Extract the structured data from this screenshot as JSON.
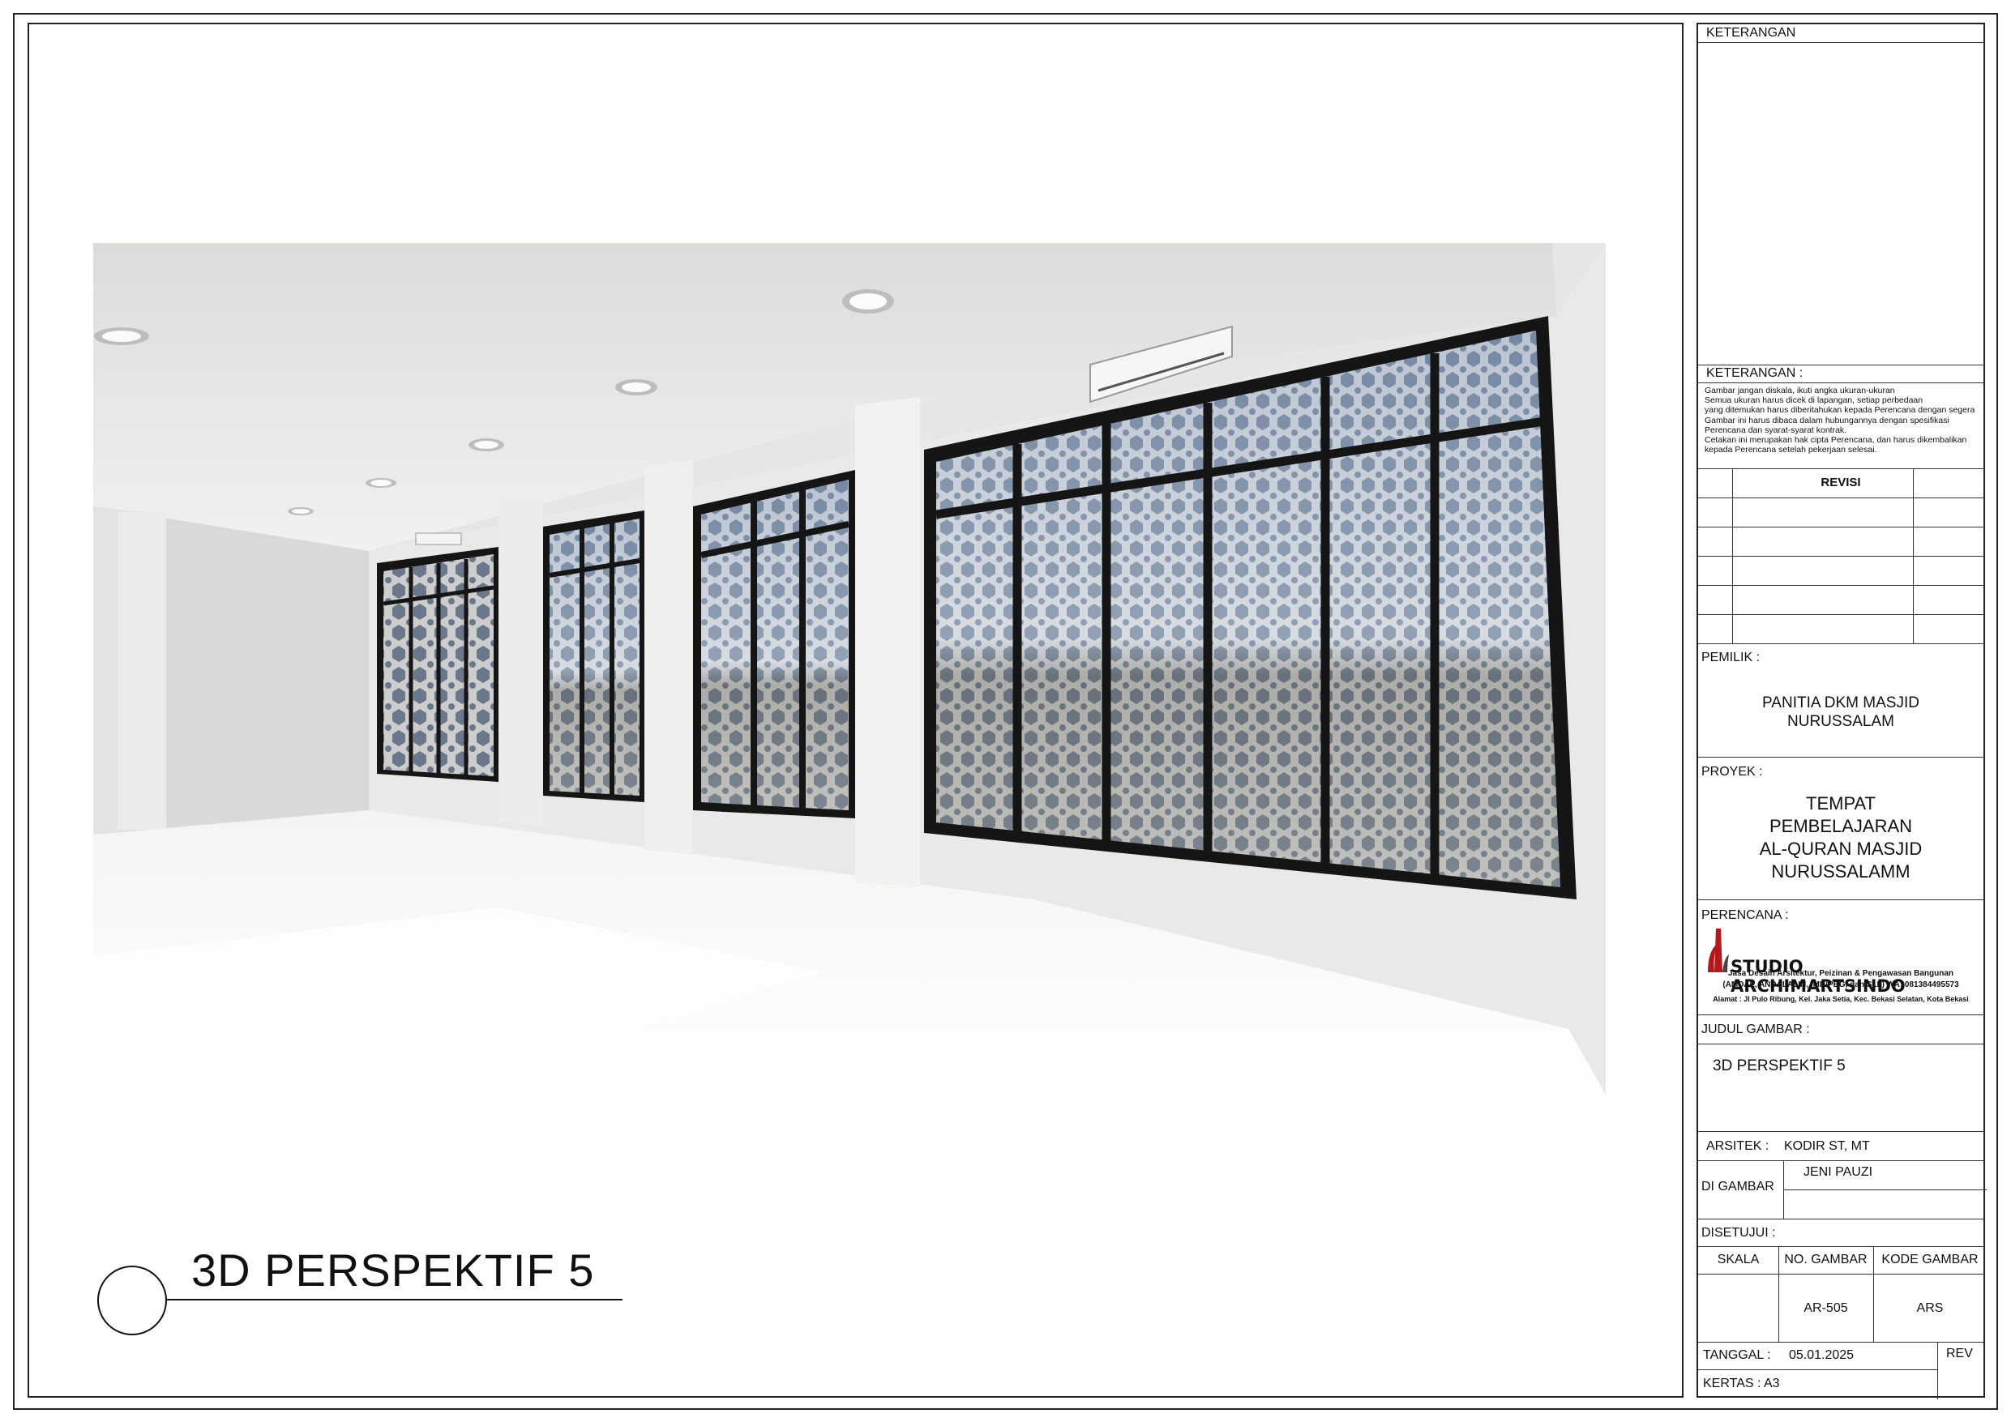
{
  "title_block": {
    "keterangan_top": "KETERANGAN",
    "keterangan_label": "KETERANGAN :",
    "notes": "Gambar jangan diskala, ikuti angka ukuran-ukuran\nSemua ukuran harus dicek di lapangan, setiap perbedaan\nyang ditemukan harus diberitahukan kepada Perencana dengan segera\nGambar ini harus dibaca dalam hubungannya dengan spesifikasi\nPerencana dan syarat-syarat kontrak.\nCetakan ini merupakan hak cipta Perencana, dan harus dikembalikan\nkepada Perencana setelah pekerjaan selesai.",
    "revisi": "REVISI",
    "pemilik_label": "PEMILIK :",
    "pemilik_value": "PANITIA DKM MASJID\nNURUSSALAM",
    "proyek_label": "PROYEK :",
    "proyek_value": "TEMPAT\nPEMBELAJARAN\nAL-QURAN MASJID\nNURUSSALAMM",
    "perencana_label": "PERENCANA :",
    "studio_name": "STUDIO ARCHIMARTSINDO",
    "studio_line1": "Jasa Desain Arsitektur, Peizinan & Pengawasan Bangunan",
    "studio_line2": "(AMDAL, ANDALALIN, IMB/PBG, dan SLF) WA: 081384495573",
    "studio_line3": "Alamat : Jl Pulo Ribung, Kel. Jaka Setia, Kec. Bekasi Selatan, Kota Bekasi",
    "judul_label": "JUDUL GAMBAR :",
    "judul_value": "3D PERSPEKTIF 5",
    "arsitek_label": "ARSITEK :",
    "arsitek_value": "KODIR ST, MT",
    "digambar_label": "DI GAMBAR",
    "digambar_value": "JENI PAUZI",
    "disetujui_label": "DISETUJUI :",
    "skala_label": "SKALA",
    "no_gambar_label": "NO. GAMBAR",
    "kode_gambar_label": "KODE GAMBAR",
    "no_gambar_value": "AR-505",
    "kode_gambar_value": "ARS",
    "tanggal_label": "TANGGAL :",
    "tanggal_value": "05.01.2025",
    "rev_label": "REV",
    "kertas_label": "KERTAS : A3"
  },
  "drawing_title": "3D PERSPEKTIF 5",
  "colors": {
    "line": "#222222",
    "logo_red": "#b3181c",
    "frame_black": "#141414"
  }
}
